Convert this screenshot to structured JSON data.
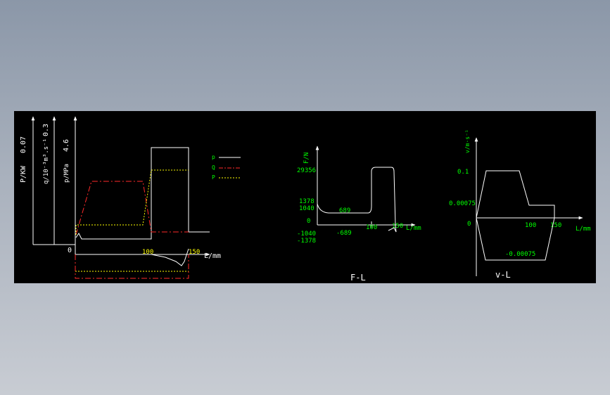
{
  "colors": {
    "background": "#000000",
    "green": "#00ff00",
    "white": "#ffffff",
    "red": "#ff2a2a",
    "yellow": "#ffff00"
  },
  "chart1": {
    "power_axis_label": "P/KW",
    "power_value": "0.07",
    "flow_axis_label": "q/10⁻³m³.s⁻¹",
    "flow_value": "0.3",
    "pressure_axis_label": "p/MPa",
    "pressure_value": "4.6",
    "origin": "0",
    "x_tick_100": "100",
    "x_tick_150": "150",
    "x_axis_label": "L/mm",
    "legend": {
      "p_label": "p",
      "q_label": "Q",
      "P_label": "P"
    }
  },
  "chart2": {
    "y_axis_label": "F/N",
    "y_29356": "29356",
    "y_1378": "1378",
    "y_1040": "1040",
    "y_0": "0",
    "y_neg1040": "-1040",
    "y_neg1378": "-1378",
    "val_689": "689",
    "val_neg689": "-689",
    "x_tick_100": "100",
    "x_tick_150": "150",
    "x_axis_label": "L/mm",
    "caption": "F-L"
  },
  "chart3": {
    "y_axis_label": "v/m·s⁻¹",
    "y_01": "0.1",
    "y_000075": "0.00075",
    "y_0": "0",
    "x_tick_100": "100",
    "x_tick_150": "150",
    "x_axis_label": "L/mm",
    "neg_val": "-0.00075",
    "caption": "v-L"
  }
}
